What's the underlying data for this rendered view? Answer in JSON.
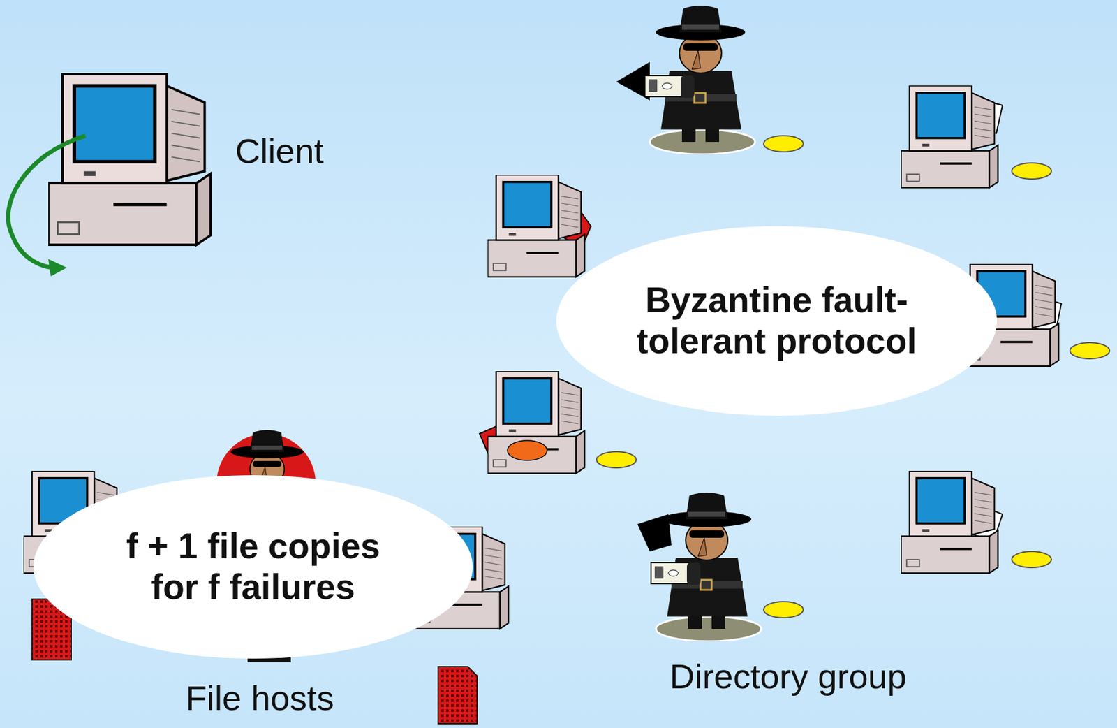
{
  "diagram": {
    "nodes": [
      {
        "text": [
          "Byzantine fault-tolerant protocol"
        ]
      },
      {
        "text": [
          "f + 1 file copies for f failures"
        ]
      }
    ],
    "labels": [
      "Client",
      "File hosts",
      "Directory group"
    ]
  }
}
